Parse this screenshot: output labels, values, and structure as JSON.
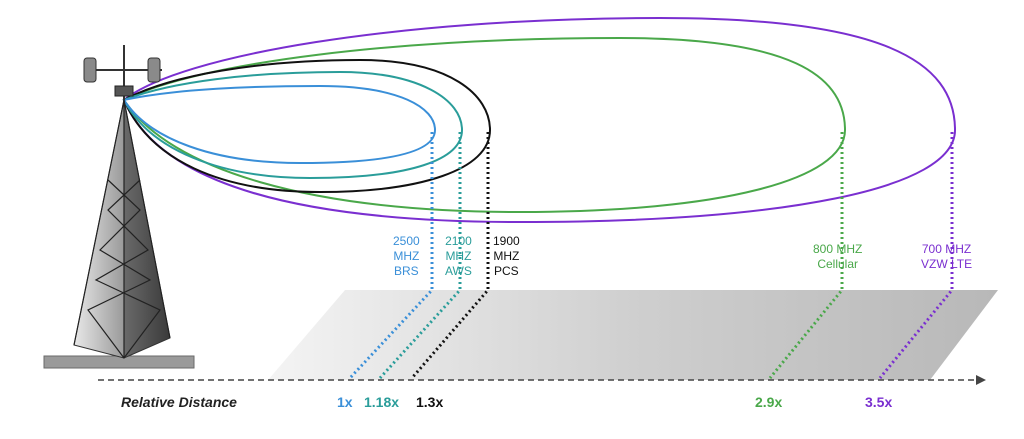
{
  "axis_label": "Relative Distance",
  "bands": [
    {
      "id": "brs",
      "lines": [
        "2500",
        "MHZ",
        "BRS"
      ],
      "multiplier": "1x",
      "color": "#3a8fd8"
    },
    {
      "id": "aws",
      "lines": [
        "2100",
        "MHZ",
        "AWS"
      ],
      "multiplier": "1.18x",
      "color": "#2a9d9a"
    },
    {
      "id": "pcs",
      "lines": [
        "1900",
        "MHZ",
        "PCS"
      ],
      "multiplier": "1.3x",
      "color": "#111111"
    },
    {
      "id": "cell",
      "lines": [
        "800 MHZ",
        "Cellular"
      ],
      "multiplier": "2.9x",
      "color": "#4aa84a"
    },
    {
      "id": "lte",
      "lines": [
        "700 MHZ",
        "VZW LTE"
      ],
      "multiplier": "3.5x",
      "color": "#7a2fd0"
    }
  ]
}
